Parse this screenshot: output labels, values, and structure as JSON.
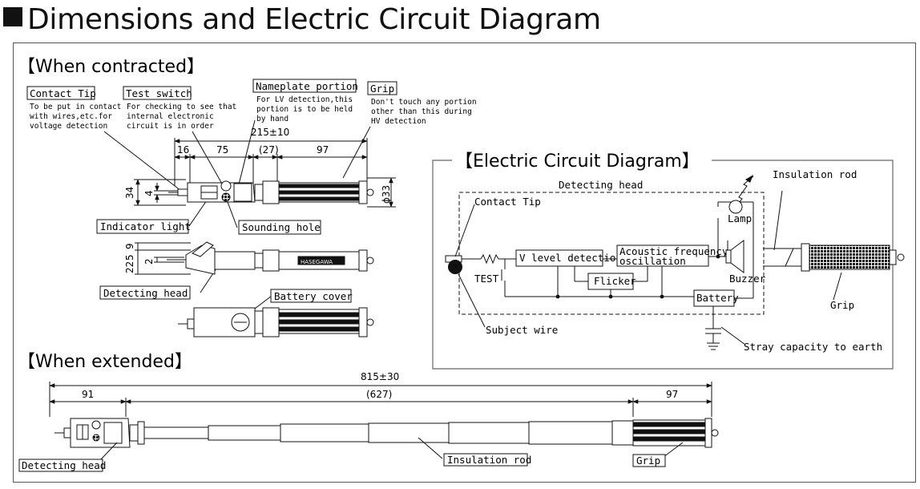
{
  "page_title": "Dimensions and Electric Circuit Diagram",
  "contracted": {
    "heading": "【When  contracted】",
    "labels": {
      "contact_tip": "Contact Tip",
      "test_switch": "Test switch",
      "nameplate": "Nameplate portion",
      "grip": "Grip",
      "indicator_light": "Indicator light",
      "sounding_hole": "Sounding hole",
      "detecting_head": "Detecting head",
      "battery_cover": "Battery cover"
    },
    "notes": {
      "contact_tip": [
        "To be put in contact",
        "with wires,etc.for",
        "voltage detection"
      ],
      "test_switch": [
        "For checking to see that",
        "internal electronic",
        "circuit is in order"
      ],
      "nameplate": [
        "For LV detection,this",
        "portion is to be held",
        "by hand"
      ],
      "grip": [
        "Don't touch any portion",
        "other than this during",
        "HV detection"
      ]
    },
    "dims": {
      "total": "215±10",
      "d16": "16",
      "d75": "75",
      "d27": "(27)",
      "d97": "97",
      "h34": "34",
      "h4": "4",
      "dia33": "ϕ33",
      "v9": "9",
      "v5": "5",
      "v22": "22",
      "v2": "2"
    },
    "brand_plate": "HASEGAWA"
  },
  "extended": {
    "heading": "【When  extended】",
    "dims": {
      "total": "815±30",
      "d91": "91",
      "d627": "(627)",
      "d97": "97"
    },
    "labels": {
      "detecting_head": "Detecting head",
      "insulation_rod": "Insulation rod",
      "grip": "Grip"
    }
  },
  "circuit": {
    "heading": "【Electric Circuit Diagram】",
    "detecting_head": "Detecting head",
    "insulation_rod": "Insulation rod",
    "contact_tip": "Contact Tip",
    "test": "TEST",
    "v_level": "V level detection",
    "acoustic_line1": "Acoustic frequency",
    "acoustic_line2": "oscillation",
    "flicker": "Flicker",
    "lamp": "Lamp",
    "buzzer": "Buzzer",
    "battery": "Battery",
    "grip": "Grip",
    "subject_wire": "Subject wire",
    "stray": "Stray capacity to earth"
  }
}
